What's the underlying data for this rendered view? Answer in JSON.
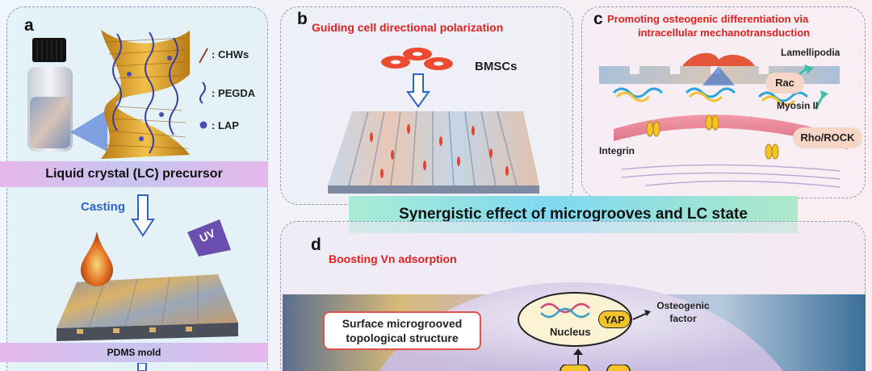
{
  "panel_a": {
    "letter": "a",
    "legend": [
      {
        "label": ": CHWs",
        "icon": "fiber-icon",
        "color": "#8b4a2b"
      },
      {
        "label": ": PEGDA",
        "icon": "squiggle-icon",
        "color": "#2d3f9a"
      },
      {
        "label": ": LAP",
        "icon": "dot-icon",
        "color": "#4a4bb5"
      }
    ],
    "precursor_label": "Liquid crystal (LC) precursor",
    "casting_label": "Casting",
    "uv_label": "UV",
    "mold_label": "PDMS mold"
  },
  "panel_b": {
    "letter": "b",
    "title": "Guiding cell directional polarization",
    "cell_label": "BMSCs"
  },
  "panel_c": {
    "letter": "c",
    "title_line1": "Promoting osteogenic differentiation via",
    "title_line2": "intracellular mechanotransduction",
    "labels": {
      "lamellipodia": "Lamellipodia",
      "rac": "Rac",
      "myosin": "Myosin II",
      "rho": "Rho/ROCK",
      "integrin": "Integrin"
    }
  },
  "synergy_label": "Synergistic effect of microgrooves and LC state",
  "panel_d": {
    "letter": "d",
    "title": "Boosting Vn adsorption",
    "surface_line1": "Surface microgrooved",
    "surface_line2": "topological structure",
    "nucleus_label": "Nucleus",
    "yap_label": "YAP",
    "factor_line1": "Osteogenic",
    "factor_line2": "factor"
  },
  "colors": {
    "red": "#e0201e",
    "band_purple": "#c7c5ef",
    "synergy_band": "#7fd9f0"
  }
}
